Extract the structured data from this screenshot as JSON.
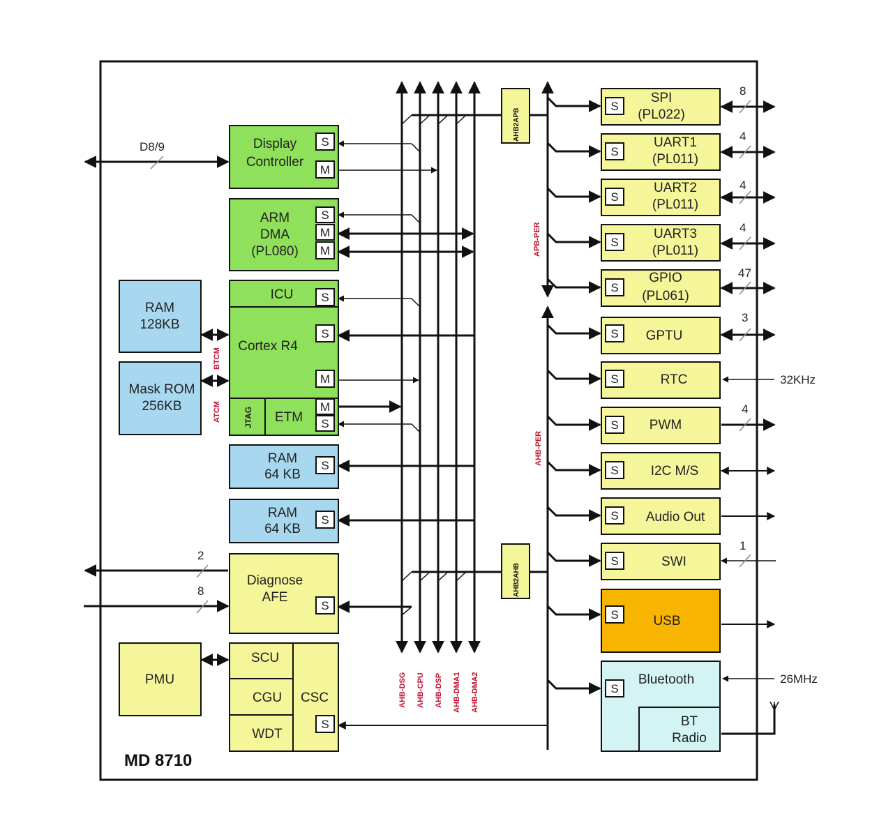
{
  "chip_name": "MD 8710",
  "colors": {
    "green": "#8fe05a",
    "blue": "#a8d8f0",
    "yellow": "#f5f59a",
    "orange": "#f7b500",
    "cyan": "#d4f4f4"
  },
  "blocks": {
    "display_controller": [
      "Display",
      "Controller"
    ],
    "arm_dma": [
      "ARM",
      "DMA",
      "(PL080)"
    ],
    "icu": "ICU",
    "cortex": "Cortex R4",
    "jtag": "JTAG",
    "etm": "ETM",
    "ram_128": [
      "RAM",
      "128KB"
    ],
    "mask_rom": [
      "Mask ROM",
      "256KB"
    ],
    "ram64_a": [
      "RAM",
      "64 KB"
    ],
    "ram64_b": [
      "RAM",
      "64 KB"
    ],
    "diagnose": [
      "Diagnose",
      "AFE"
    ],
    "pmu": "PMU",
    "scu": "SCU",
    "cgu": "CGU",
    "wdt": "WDT",
    "csc": "CSC",
    "spi": [
      "SPI",
      "(PL022)"
    ],
    "uart1": [
      "UART1",
      "(PL011)"
    ],
    "uart2": [
      "UART2",
      "(PL011)"
    ],
    "uart3": [
      "UART3",
      "(PL011)"
    ],
    "gpio": [
      "GPIO",
      "(PL061)"
    ],
    "gptu": "GPTU",
    "rtc": "RTC",
    "pwm": "PWM",
    "i2c": "I2C M/S",
    "audio": "Audio Out",
    "swi": "SWI",
    "usb": "USB",
    "bluetooth": "Bluetooth",
    "bt_radio": [
      "BT",
      "Radio"
    ]
  },
  "port_labels": {
    "slave": "S",
    "master": "M"
  },
  "bus_labels": {
    "btcm": "BTCM",
    "atcm": "ATCM",
    "ahb_dsg": "AHB-DSG",
    "ahb_cpu": "AHB-CPU",
    "ahb_dsp": "AHB-DSP",
    "ahb_dma1": "AHB-DMA1",
    "ahb_dma2": "AHB-DMA2",
    "apb_per": "APB-PER",
    "ahb_per": "AHB-PER",
    "bridge_top": "AHB2APB",
    "bridge_bottom": "AHB2AHB"
  },
  "signal_labels": {
    "d89": "D8/9",
    "diag_out": "2",
    "diag_in": "8",
    "spi": "8",
    "uart1": "4",
    "uart2": "4",
    "uart3": "4",
    "gpio": "47",
    "gptu": "3",
    "rtc_clock": "32KHz",
    "pwm": "4",
    "swi": "1",
    "bt_clock": "26MHz"
  }
}
